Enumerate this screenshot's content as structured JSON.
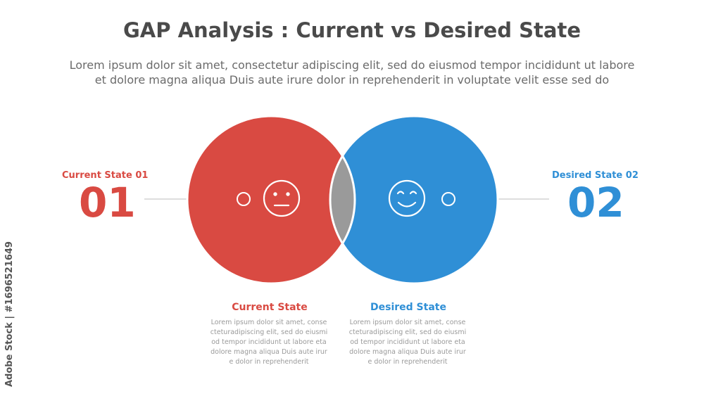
{
  "title": "GAP Analysis : Current vs Desired State",
  "subtitle_line1": "Lorem ipsum dolor sit amet, consectetur adipiscing elit, sed do eiusmod tempor incididunt ut labore",
  "subtitle_line2": "et dolore magna aliqua Duis aute irure dolor in reprehenderit in voluptate velit esse sed do",
  "left": {
    "label": "Current State 01",
    "number": "01",
    "caption_title": "Current State",
    "caption_lines": [
      "Lorem ipsum dolor sit amet, conse",
      "cteturadipiscing elit, sed do eiusmi",
      "od tempor incididunt ut labore eta",
      "dolore magna aliqua Duis aute irur",
      "e dolor in reprehenderit"
    ],
    "icon": "neutral-face-icon",
    "color": "#d94a42"
  },
  "right": {
    "label": "Desired State 02",
    "number": "02",
    "caption_title": "Desired State",
    "caption_lines": [
      "Lorem ipsum dolor sit amet, conse",
      "cteturadipiscing elit, sed do eiusmi",
      "od tempor incididunt ut labore eta",
      "dolore magna aliqua Duis aute irur",
      "e dolor in reprehenderit"
    ],
    "icon": "smiley-face-icon",
    "color": "#2f8fd6"
  },
  "overlap_color": "#9a9a9a",
  "watermark": "Adobe Stock | #1696521649"
}
